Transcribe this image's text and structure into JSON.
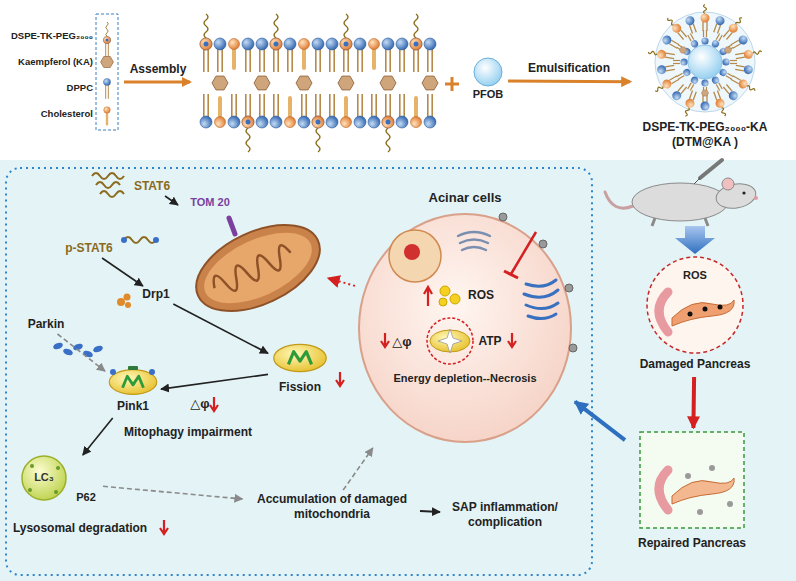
{
  "diagram": {
    "nodes": [
      {
        "text": [
          "PFOB"
        ]
      },
      {
        "text": [
          "DSPE-TK-PEG₂₀₀₀-KA (DTM@KA )"
        ]
      },
      {
        "text": [
          "STAT6"
        ]
      },
      {
        "text": [
          "p-STAT6"
        ]
      },
      {
        "text": [
          "TOM 20"
        ]
      },
      {
        "text": [
          "Drp1"
        ]
      },
      {
        "text": [
          "Fission"
        ]
      },
      {
        "text": [
          "Parkin"
        ]
      },
      {
        "text": [
          "Pink1"
        ]
      },
      {
        "text": [
          "LC₃",
          "P62"
        ]
      },
      {
        "text": [
          "Acinar cells",
          "Energy depletion--Necrosis"
        ]
      },
      {
        "text": [
          "ROS"
        ],
        "in": 10
      },
      {
        "text": [
          "Accumulation of damaged mitochondria"
        ]
      },
      {
        "text": [
          "SAP inflammation/ complication"
        ]
      },
      {
        "text": [
          "ROS",
          "Damaged Pancreas"
        ]
      },
      {
        "text": [
          "Repaired Pancreas"
        ]
      }
    ],
    "edges": [
      {
        "from": 0,
        "to": 1,
        "arrow": "to",
        "label": "Emulsification"
      },
      {
        "from": 2,
        "to": 4,
        "arrow": "to"
      },
      {
        "from": 3,
        "to": 5,
        "arrow": "to"
      },
      {
        "from": 5,
        "to": 6,
        "arrow": "to"
      },
      {
        "from": 7,
        "to": 8,
        "arrow": "to"
      },
      {
        "from": 6,
        "to": 8,
        "arrow": "to"
      },
      {
        "from": 8,
        "to": 9,
        "arrow": "to"
      },
      {
        "from": 10,
        "to": 4,
        "arrow": "to"
      },
      {
        "from": 9,
        "to": 12,
        "arrow": "to"
      },
      {
        "from": 12,
        "to": 10,
        "arrow": "to"
      },
      {
        "from": 12,
        "to": 13,
        "arrow": "to"
      },
      {
        "from": 14,
        "to": 15,
        "arrow": "to"
      },
      {
        "from": 15,
        "to": 10,
        "arrow": "to"
      }
    ],
    "labels": [
      "Assembly",
      "△φ",
      "Mitophagy impairment",
      "Lysosomal degradation",
      "△φ",
      "ATP"
    ],
    "legend": [
      {
        "text": "DSPE-TK-PEG₂₀₀₀"
      },
      {
        "text": "Kaempferol (KA)"
      },
      {
        "text": "DPPC"
      },
      {
        "text": "Cholesterol"
      }
    ]
  }
}
